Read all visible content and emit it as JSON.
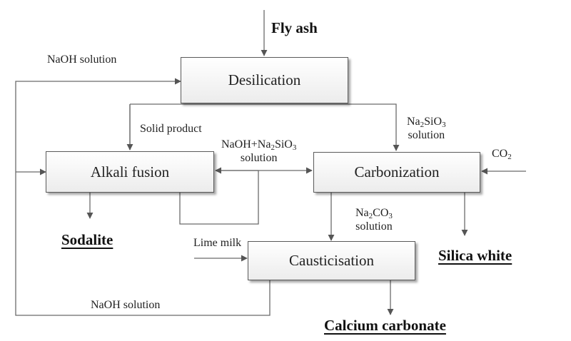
{
  "inputs": {
    "fly_ash": "Fly ash",
    "co2": {
      "base": "CO",
      "sub": "2"
    },
    "lime_milk": "Lime milk"
  },
  "processes": {
    "desilication": "Desilication",
    "alkali_fusion": "Alkali fusion",
    "carbonization": "Carbonization",
    "causticisation": "Causticisation"
  },
  "streams": {
    "naoh_top": "NaOH solution",
    "naoh_bottom": "NaOH solution",
    "solid_product": "Solid product",
    "na2sio3": {
      "p1": "Na",
      "s1": "2",
      "p2": "SiO",
      "s2": "3",
      "line2": "solution"
    },
    "naoh_na2sio3": {
      "p1": "NaOH+Na",
      "s1": "2",
      "p2": "SiO",
      "s2": "3",
      "line2": "solution"
    },
    "na2co3": {
      "p1": "Na",
      "s1": "2",
      "p2": "CO",
      "s2": "3",
      "line2": "solution"
    }
  },
  "products": {
    "sodalite": "Sodalite",
    "silica_white": "Silica white",
    "calcium_carbonate": "Calcium carbonate"
  }
}
